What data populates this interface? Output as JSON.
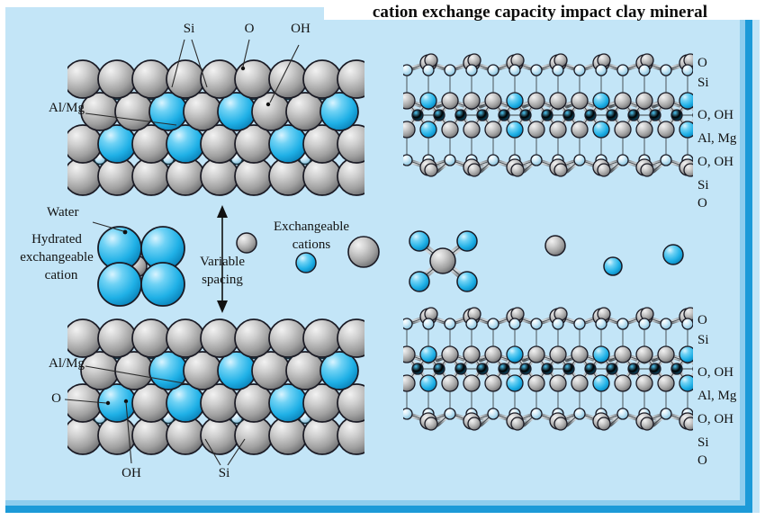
{
  "title": "cation exchange capacity impact clay mineral",
  "colors": {
    "background": "#c3e5f7",
    "border_accent": "#1c9ad8",
    "sphere_gray": "#a8a8a8",
    "sphere_cyan": "#29b6e8",
    "sphere_light_blue": "#bfe4f4",
    "bond_gray": "#4c5155",
    "outline": "#1a1a24"
  },
  "top_unit": {
    "labels": [
      {
        "id": "si-top",
        "text": "Si"
      },
      {
        "id": "o-top",
        "text": "O"
      },
      {
        "id": "oh-top",
        "text": "OH"
      },
      {
        "id": "almg-top",
        "text": "Al/Mg"
      }
    ]
  },
  "bottom_unit": {
    "labels": [
      {
        "id": "almg-bottom",
        "text": "Al/Mg"
      },
      {
        "id": "o-bottom",
        "text": "O"
      },
      {
        "id": "oh-bottom",
        "text": "OH"
      },
      {
        "id": "si-bottom",
        "text": "Si"
      }
    ]
  },
  "interlayer": {
    "water_label": "Water",
    "hydrated_label_line1": "Hydrated",
    "hydrated_label_line2": "exchangeable",
    "hydrated_label_line3": "cation",
    "spacing_label_line1": "Variable",
    "spacing_label_line2": "spacing",
    "legend_line1": "Exchangeable",
    "legend_line2": "cations"
  },
  "right_labels_top": [
    {
      "id": "o-1",
      "text": "O"
    },
    {
      "id": "si-1",
      "text": "Si"
    },
    {
      "id": "ooh-1",
      "text": "O, OH"
    },
    {
      "id": "almg-1",
      "text": "Al, Mg"
    },
    {
      "id": "ooh-2",
      "text": "O, OH"
    },
    {
      "id": "si-2",
      "text": "Si"
    },
    {
      "id": "o-2",
      "text": "O"
    }
  ],
  "right_labels_bottom": [
    {
      "id": "o-3",
      "text": "O"
    },
    {
      "id": "si-3",
      "text": "Si"
    },
    {
      "id": "ooh-3",
      "text": "O, OH"
    },
    {
      "id": "almg-2",
      "text": "Al, Mg"
    },
    {
      "id": "ooh-4",
      "text": "O, OH"
    },
    {
      "id": "si-4",
      "text": "Si"
    },
    {
      "id": "o-4",
      "text": "O"
    }
  ]
}
